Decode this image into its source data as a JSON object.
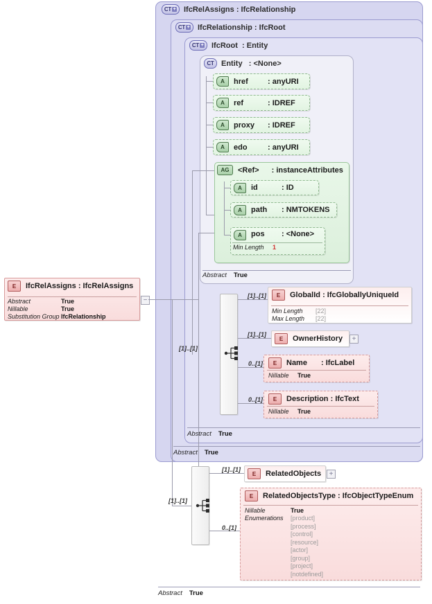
{
  "diagram": {
    "title": "IfcRelAssigns XSD schema diagram",
    "colors": {
      "container": "#d6d6f0",
      "attribute": "#e2f4e2",
      "element": "#f9dcdc",
      "compositor": "#ededed"
    }
  },
  "containers": [
    {
      "icon": "CT+",
      "name": "IfcRelAssigns",
      "sep": ":",
      "type": "IfcRelationship",
      "abstract_label": "Abstract",
      "abstract_value": "True"
    },
    {
      "icon": "CT+",
      "name": "IfcRelationship",
      "sep": ":",
      "type": "IfcRoot",
      "abstract_label": "Abstract",
      "abstract_value": "True"
    },
    {
      "icon": "CT+",
      "name": "IfcRoot",
      "sep": ":",
      "type": "Entity",
      "abstract_label": "Abstract",
      "abstract_value": "True"
    },
    {
      "icon": "CT",
      "name": "Entity",
      "sep": ":",
      "type": "<None>",
      "abstract_label": "Abstract",
      "abstract_value": "True"
    }
  ],
  "attributes": [
    {
      "icon": "A",
      "name": "href",
      "sep": ":",
      "type": "anyURI"
    },
    {
      "icon": "A",
      "name": "ref",
      "sep": ":",
      "type": "IDREF"
    },
    {
      "icon": "A",
      "name": "proxy",
      "sep": ":",
      "type": "IDREF"
    },
    {
      "icon": "A",
      "name": "edo",
      "sep": ":",
      "type": "anyURI"
    }
  ],
  "attribute_group": {
    "icon": "AG",
    "name": "<Ref>",
    "sep": ":",
    "type": "instanceAttributes",
    "attributes": [
      {
        "icon": "A",
        "name": "id",
        "sep": ":",
        "type": "ID",
        "facets": []
      },
      {
        "icon": "A",
        "name": "path",
        "sep": ":",
        "type": "NMTOKENS",
        "facets": []
      },
      {
        "icon": "A",
        "name": "pos",
        "sep": ":",
        "type": "<None>",
        "facets": [
          {
            "label": "Min Length",
            "value": "1"
          }
        ]
      }
    ]
  },
  "root_element": {
    "icon": "E",
    "name": "IfcRelAssigns",
    "sep": ":",
    "type": "IfcRelAssigns",
    "properties": [
      {
        "label": "Abstract",
        "value": "True"
      },
      {
        "label": "Nillable",
        "value": "True"
      },
      {
        "label": "Substitution Group",
        "value": "IfcRelationship"
      }
    ],
    "collapse_toggle": "−"
  },
  "sequences": [
    {
      "name": "ifcroot-sequence",
      "cardinality": "[1]..[1]"
    },
    {
      "name": "ifcrelassigns-sequence",
      "cardinality": "[1]..[1]"
    }
  ],
  "ifcroot_children": [
    {
      "icon": "E",
      "name": "GlobalId",
      "sep": ":",
      "type": "IfcGloballyUniqueId",
      "cardinality": "[1]..[1]",
      "style": "solid",
      "expand": null,
      "facets": [
        {
          "label": "Min Length",
          "value": "[22]"
        },
        {
          "label": "Max Length",
          "value": "[22]"
        }
      ]
    },
    {
      "icon": "E",
      "name": "OwnerHistory",
      "sep": "",
      "type": "",
      "cardinality": "[1]..[1]",
      "style": "solid",
      "expand": "+",
      "facets": []
    },
    {
      "icon": "E",
      "name": "Name",
      "sep": ":",
      "type": "IfcLabel",
      "cardinality": "0..[1]",
      "style": "dashed",
      "expand": null,
      "facets": [
        {
          "label": "Nillable",
          "value": "True"
        }
      ]
    },
    {
      "icon": "E",
      "name": "Description",
      "sep": ":",
      "type": "IfcText",
      "cardinality": "0..[1]",
      "style": "dashed",
      "expand": null,
      "facets": [
        {
          "label": "Nillable",
          "value": "True"
        }
      ]
    }
  ],
  "ifcrelassigns_children": [
    {
      "icon": "E",
      "name": "RelatedObjects",
      "sep": "",
      "type": "",
      "cardinality": "[1]..[1]",
      "style": "solid",
      "expand": "+",
      "facets": []
    },
    {
      "icon": "E",
      "name": "RelatedObjectsType",
      "sep": ":",
      "type": "IfcObjectTypeEnum",
      "cardinality": "0..[1]",
      "style": "dashed",
      "expand": null,
      "facets": [
        {
          "label": "Nillable",
          "value": "True"
        }
      ],
      "enumerations_label": "Enumerations",
      "enumerations": [
        "[product]",
        "[process]",
        "[control]",
        "[resource]",
        "[actor]",
        "[group]",
        "[project]",
        "[notdefined]"
      ]
    }
  ]
}
